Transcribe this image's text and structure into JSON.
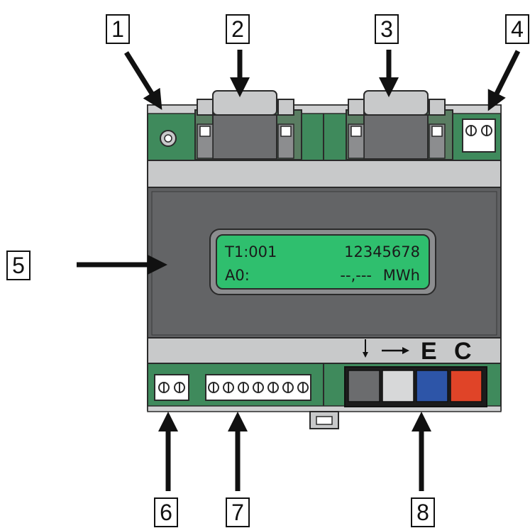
{
  "callouts": [
    "1",
    "2",
    "3",
    "4",
    "5",
    "6",
    "7",
    "8"
  ],
  "display": {
    "line1_left": "T1:001",
    "line1_right": "12345678",
    "line2_left": "A0:",
    "line2_value": "--,---",
    "line2_unit": "MWh"
  },
  "keypad_legend": {
    "e_label": "E",
    "c_label": "C"
  },
  "colors": {
    "housing_green": "#3f8a5c",
    "housing_gray": "#c8c9ca",
    "panel_dark": "#5f6062",
    "lcd_green": "#2fbf6e",
    "key_dark_gray": "#6b6c6e",
    "key_light_gray": "#d7d8d9",
    "key_blue": "#2d55a8",
    "key_red": "#e04428"
  }
}
